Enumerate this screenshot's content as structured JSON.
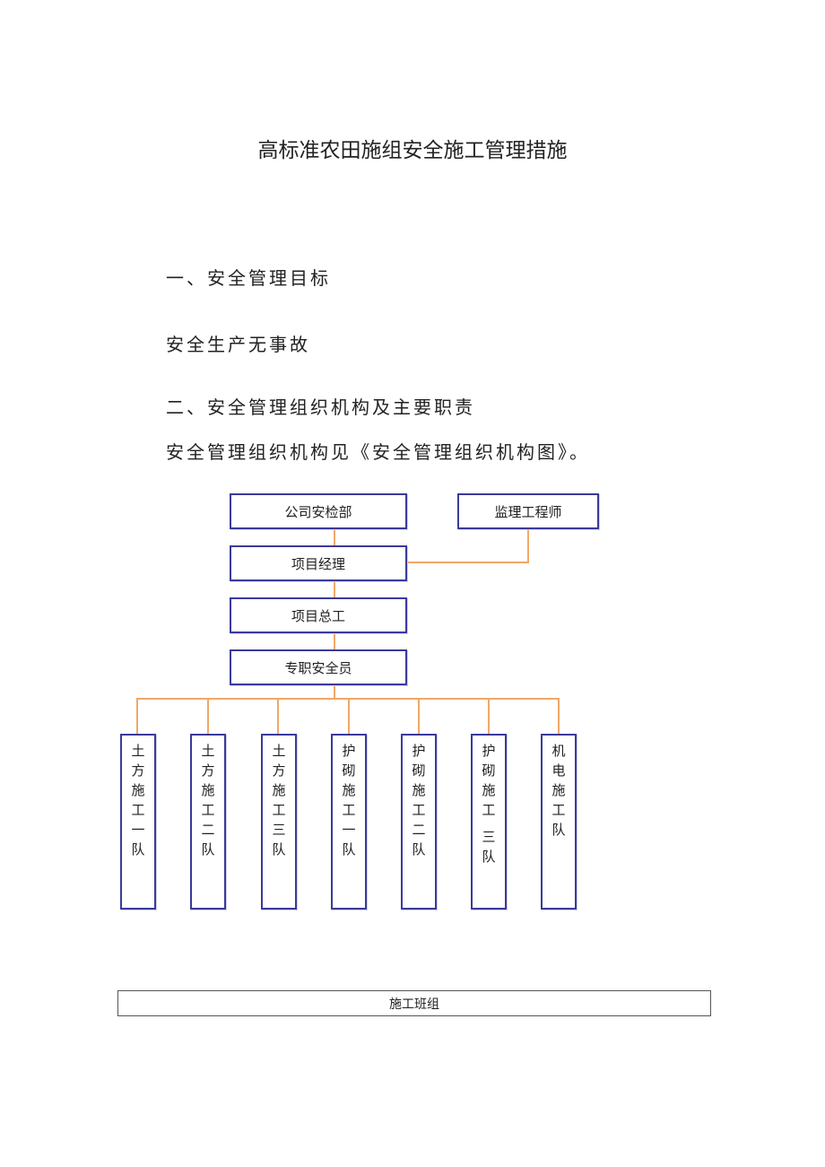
{
  "document": {
    "title": "高标准农田施组安全施工管理措施",
    "sections": [
      "一、安全管理目标",
      "安全生产无事故",
      "二、安全管理组织机构及主要职责",
      "安全管理组织机构见《安全管理组织机构图》。"
    ]
  },
  "org_chart": {
    "company_safety": "公司安检部",
    "supervisor": "监理工程师",
    "project_manager": "项目经理",
    "chief_engineer": "项目总工",
    "safety_officer": "专职安全员",
    "teams": [
      [
        "土",
        "方",
        "施",
        "工",
        "一",
        "队"
      ],
      [
        "土",
        "方",
        "施",
        "工",
        "二",
        "队"
      ],
      [
        "土",
        "方",
        "施",
        "工",
        "三",
        "队"
      ],
      [
        "护",
        "砌",
        "施",
        "工",
        "一",
        "队"
      ],
      [
        "护",
        "砌",
        "施",
        "工",
        "二",
        "队"
      ],
      [
        "护",
        "砌",
        "施",
        "工",
        "三",
        "队"
      ],
      [
        "机",
        "电",
        "施",
        "工",
        "队"
      ]
    ],
    "line_color": "#f0a868",
    "box_border_color": "#3a3a9a"
  },
  "footer": {
    "label": "施工班组"
  }
}
